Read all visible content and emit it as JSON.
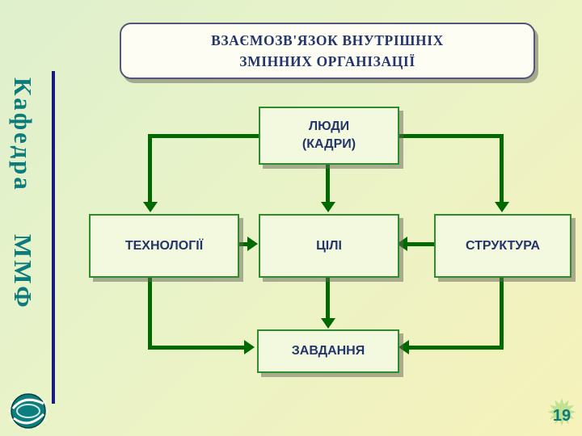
{
  "slide": {
    "title_line1": "ВЗАЄМОЗВ'ЯЗОК ВНУТРІШНІХ",
    "title_line2": "ЗМІННИХ ОРГАНІЗАЦІЇ",
    "page_number": "19"
  },
  "sidebar": {
    "text_top": "Кафедра",
    "text_bottom": "ММФ"
  },
  "diagram": {
    "nodes": {
      "people": {
        "line1": "ЛЮДИ",
        "line2": "(КАДРИ)"
      },
      "technology": {
        "label": "ТЕХНОЛОГІЇ"
      },
      "goals": {
        "label": "ЦІЛІ"
      },
      "structure": {
        "label": "СТРУКТУРА"
      },
      "tasks": {
        "label": "ЗАВДАННЯ"
      }
    }
  },
  "icons": {
    "page_star": "✹",
    "logo": "globe-emblem-icon"
  },
  "colors": {
    "arrow": "#006a00",
    "box_border": "#2e8b2e",
    "box_fill": "#f3f9de",
    "title_text": "#24356b",
    "sidebar_text": "#0d7b7b",
    "sidebar_line": "#1a1a80"
  }
}
